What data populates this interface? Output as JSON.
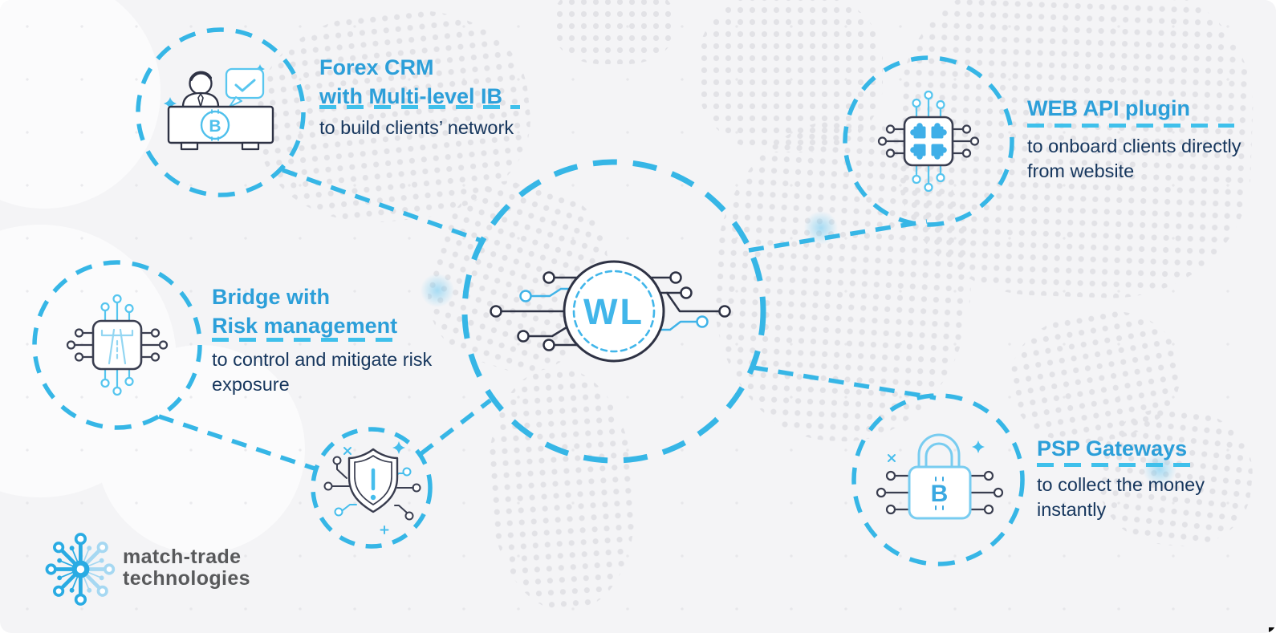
{
  "title": "White Label ecosystem diagram",
  "center_node": {
    "label": "WL",
    "icon": "wl-circuit-node-icon"
  },
  "nodes": [
    {
      "id": "forex-crm",
      "icon": "crm-agent-desk-icon",
      "title_lines": [
        "Forex CRM",
        "with Multi-level IB"
      ],
      "desc_lines": [
        "to build clients’ network"
      ]
    },
    {
      "id": "web-api",
      "icon": "chip-puzzle-icon",
      "title_lines": [
        "WEB API plugin"
      ],
      "desc_lines": [
        "to onboard clients directly",
        "from website"
      ]
    },
    {
      "id": "bridge-risk",
      "icon": "chip-bridge-icon",
      "title_lines": [
        "Bridge with",
        "Risk management"
      ],
      "desc_lines": [
        "to control and mitigate risk",
        "exposure"
      ]
    },
    {
      "id": "security",
      "icon": "shield-alert-icon",
      "title_lines": [],
      "desc_lines": []
    },
    {
      "id": "psp-gateways",
      "icon": "padlock-bitcoin-icon",
      "title_lines": [
        "PSP Gateways"
      ],
      "desc_lines": [
        "to collect the money",
        "instantly"
      ]
    }
  ],
  "icons": {
    "bitcoin_glyph": "B"
  },
  "logo": {
    "icon": "match-trade-snowflake-icon",
    "line1": "match-trade",
    "line2": "technologies"
  },
  "colors": {
    "accent_blue": "#36B6E6",
    "heading_blue": "#2C9FD9",
    "underline_blue": "#3FC0EB",
    "body_navy": "#16365D",
    "icon_dark": "#3A3E50",
    "icon_blue": "#45BDEC",
    "icon_light_blue": "#8FD4F1",
    "logo_gray": "#58595B",
    "background": "#F4F4F6",
    "map_dots": "#E2E2E6"
  }
}
